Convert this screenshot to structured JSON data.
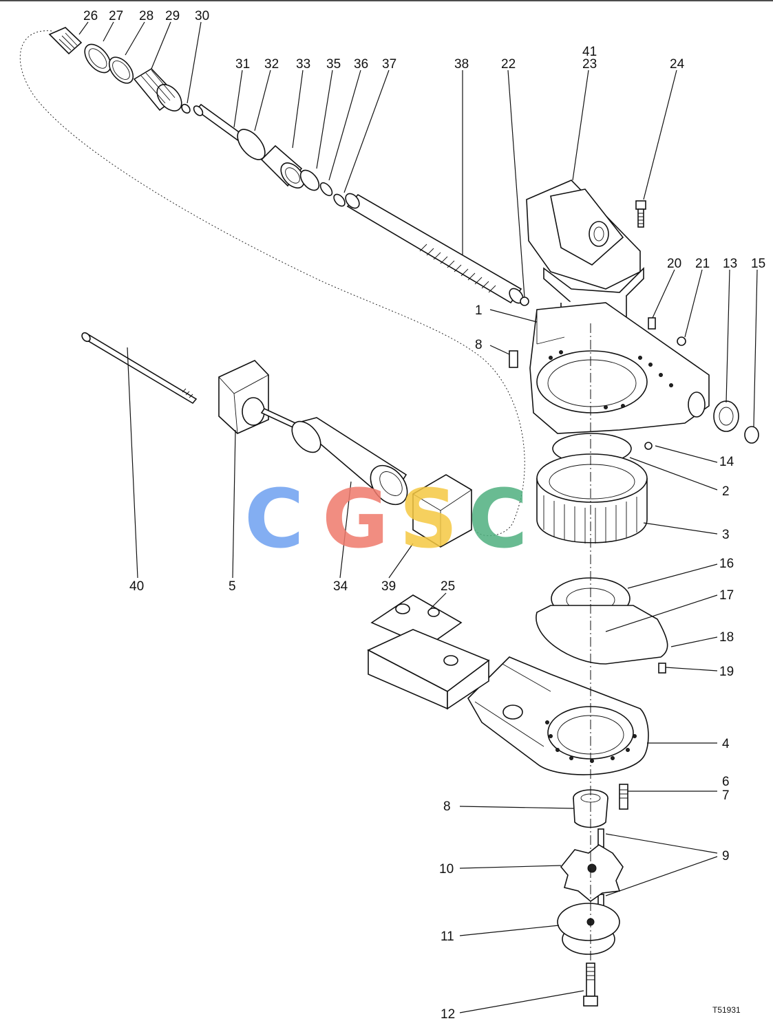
{
  "callouts": {
    "c1": "1",
    "c2": "2",
    "c3": "3",
    "c4": "4",
    "c5": "5",
    "c6": "6",
    "c7": "7",
    "c8a": "8",
    "c8b": "8",
    "c9": "9",
    "c10": "10",
    "c11": "11",
    "c12": "12",
    "c13": "13",
    "c14": "14",
    "c15": "15",
    "c16": "16",
    "c17": "17",
    "c18": "18",
    "c19": "19",
    "c20": "20",
    "c21": "21",
    "c22": "22",
    "c23": "23",
    "c24": "24",
    "c25": "25",
    "c26": "26",
    "c27": "27",
    "c28": "28",
    "c29": "29",
    "c30": "30",
    "c31": "31",
    "c32": "32",
    "c33": "33",
    "c34": "34",
    "c35": "35",
    "c36": "36",
    "c37": "37",
    "c38": "38",
    "c39": "39",
    "c40": "40",
    "c41": "41"
  },
  "figure_code": "T51931",
  "watermark": {
    "letters": [
      "C",
      "G",
      "S",
      "C"
    ],
    "colors": [
      "#6ea0f0",
      "#ef7a6c",
      "#f5c842",
      "#4fb07f"
    ]
  }
}
